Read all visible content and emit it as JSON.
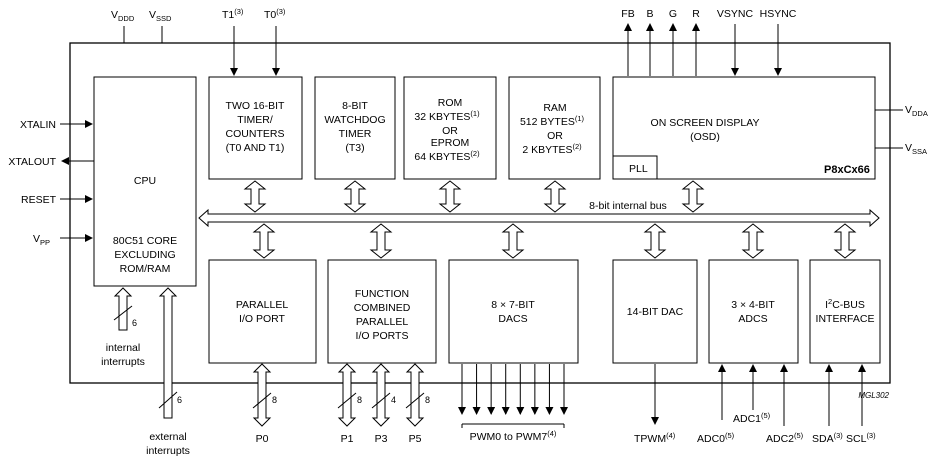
{
  "chip_name": "P8xCx66",
  "figure_code": "MGL302",
  "bus_label": "8-bit internal bus",
  "top_pins": {
    "vddd_main": "V",
    "vddd_sub": "DDD",
    "vssd_main": "V",
    "vssd_sub": "SSD",
    "t1_main": "T1",
    "t1_note": "(3)",
    "t0_main": "T0",
    "t0_note": "(3)",
    "fb": "FB",
    "b": "B",
    "g": "G",
    "r": "R",
    "vsync": "VSYNC",
    "hsync": "HSYNC"
  },
  "left_pins": {
    "xtalin": "XTALIN",
    "xtalout": "XTALOUT",
    "reset": "RESET",
    "vpp_main": "V",
    "vpp_sub": "PP"
  },
  "right_pins": {
    "vdda_main": "V",
    "vdda_sub": "DDA",
    "vssa_main": "V",
    "vssa_sub": "SSA"
  },
  "blocks": {
    "cpu": {
      "line1": "CPU",
      "line2": "80C51 CORE",
      "line3": "EXCLUDING",
      "line4": "ROM/RAM"
    },
    "timer": {
      "line1": "TWO 16-BIT",
      "line2": "TIMER/",
      "line3": "COUNTERS",
      "line4": "(T0 AND T1)"
    },
    "watchdog": {
      "line1": "8-BIT",
      "line2": "WATCHDOG",
      "line3": "TIMER",
      "line4": "(T3)"
    },
    "rom": {
      "line1": "ROM",
      "line2": "32 KBYTES",
      "note2": "(1)",
      "line3": "OR",
      "line4": "EPROM",
      "line5": "64 KBYTES",
      "note5": "(2)"
    },
    "ram": {
      "line1": "RAM",
      "line2": "512 BYTES",
      "note2": "(1)",
      "line3": "OR",
      "line4": "2 KBYTES",
      "note4": "(2)"
    },
    "osd": {
      "line1": "ON SCREEN DISPLAY",
      "line2": "(OSD)",
      "pll": "PLL"
    },
    "parallel_io": {
      "line1": "PARALLEL",
      "line2": "I/O PORT"
    },
    "function_io": {
      "line1": "FUNCTION",
      "line2": "COMBINED",
      "line3": "PARALLEL",
      "line4": "I/O PORTS"
    },
    "dacs": {
      "line1": "8 × 7-BIT",
      "line2": "DACS"
    },
    "dac14": {
      "line1": "14-BIT DAC"
    },
    "adcs": {
      "line1": "3 × 4-BIT",
      "line2": "ADCS"
    },
    "i2c": {
      "line1_pre": "I",
      "line1_sup": "2",
      "line1_post": "C-BUS",
      "line2": "INTERFACE"
    }
  },
  "bottom": {
    "internal_count": "6",
    "internal_line1": "internal",
    "internal_line2": "interrupts",
    "external_count": "6",
    "external_line1": "external",
    "external_line2": "interrupts",
    "p0_width": "8",
    "p0": "P0",
    "p1_width": "8",
    "p1": "P1",
    "p3_width": "4",
    "p3": "P3",
    "p5_width": "8",
    "p5": "P5",
    "pwm_main": "PWM0 to PWM7",
    "pwm_note": "(4)",
    "tpwm_main": "TPWM",
    "tpwm_note": "(4)",
    "adc0_main": "ADC0",
    "adc0_note": "(5)",
    "adc1_main": "ADC1",
    "adc1_note": "(5)",
    "adc2_main": "ADC2",
    "adc2_note": "(5)",
    "sda_main": "SDA",
    "sda_note": "(3)",
    "scl_main": "SCL",
    "scl_note": "(3)"
  }
}
